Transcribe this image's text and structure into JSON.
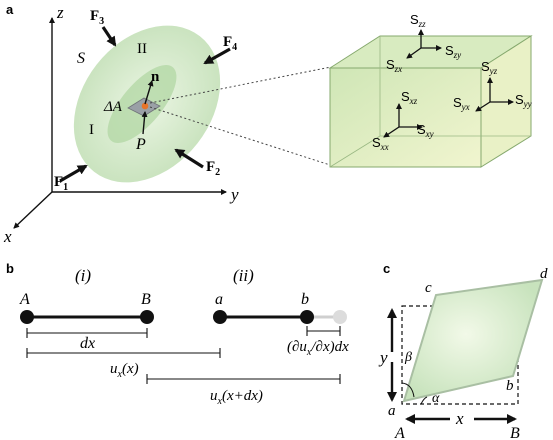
{
  "panel_labels": {
    "a": "a",
    "b": "b",
    "c": "c"
  },
  "panel_a": {
    "axes": {
      "z": "z",
      "y": "y",
      "x": "x"
    },
    "surface": {
      "S": "S",
      "region_I": "I",
      "region_II": "II",
      "normal": "n",
      "area": "ΔA",
      "point": "P"
    },
    "forces": [
      "F",
      "F",
      "F",
      "F"
    ],
    "force_subscripts": [
      "1",
      "2",
      "3",
      "4"
    ],
    "stress_symbols": [
      "S",
      "S",
      "S",
      "S",
      "S",
      "S",
      "S",
      "S",
      "S"
    ],
    "stress_subscripts": [
      "zz",
      "zx",
      "zy",
      "yz",
      "xz",
      "yx",
      "yy",
      "xx",
      "xy"
    ]
  },
  "panel_b": {
    "case_i": "(i)",
    "case_ii": "(ii)",
    "points": {
      "A": "A",
      "B": "B",
      "a": "a",
      "b": "b"
    },
    "dx": "dx",
    "strain_label": [
      "(∂u",
      "x",
      "/∂x)dx"
    ],
    "ux_label": [
      "u",
      "x",
      "(x)"
    ],
    "uxdx_label": [
      "u",
      "x",
      "(x+dx)"
    ]
  },
  "panel_c": {
    "corners": {
      "a": "a",
      "b": "b",
      "c": "c",
      "d": "d"
    },
    "x": "x",
    "y": "y",
    "alpha": "α",
    "beta": "β",
    "A": "A",
    "B": "B"
  },
  "colors": {
    "green_fill": "#cfe6c4",
    "box_fill": "#e2efc2",
    "arrow": "#111111",
    "orange": "#e8742a"
  }
}
